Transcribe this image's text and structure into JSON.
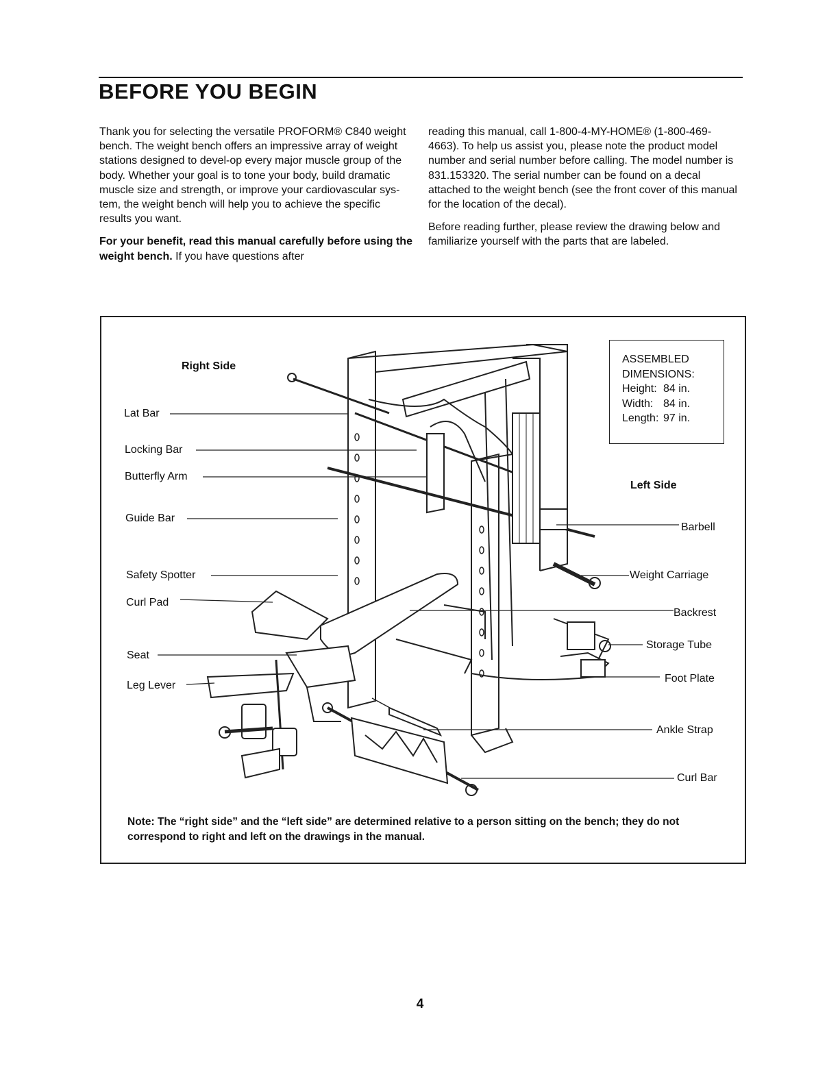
{
  "header": {
    "title": "BEFORE YOU BEGIN"
  },
  "intro": {
    "col1_para1": "Thank you for selecting the versatile PROFORM® C840 weight bench. The weight bench offers an impressive array of weight stations designed to devel-op every major muscle group of the body. Whether your goal is to tone your body, build dramatic muscle size and strength, or improve your cardiovascular sys-tem, the weight bench will help you to achieve the specific results you want.",
    "col1_para2_bold": "For your benefit, read this manual carefully before using the weight bench.",
    "col1_para2_rest": " If you have questions after",
    "col2_para1": "reading this manual, call 1-800-4-MY-HOME® (1-800-469-4663). To help us assist you, please note the product model number and serial number before calling. The model number is 831.153320. The serial number can be found on a decal attached to the weight bench (see the front cover of this manual for the location of the decal).",
    "col2_para2": "Before reading further, please review the drawing below and familiarize yourself with the parts that are labeled."
  },
  "figure": {
    "right_side": "Right Side",
    "left_side": "Left Side",
    "dimensions": {
      "heading1": "ASSEMBLED",
      "heading2": "DIMENSIONS:",
      "height_label": "Height:",
      "height_value": "84 in.",
      "width_label": "Width:",
      "width_value": "84 in.",
      "length_label": "Length:",
      "length_value": "97 in."
    },
    "left_labels": {
      "lat_bar": "Lat Bar",
      "locking_bar": "Locking Bar",
      "butterfly_arm": "Butterfly Arm",
      "guide_bar": "Guide Bar",
      "safety_spotter": "Safety Spotter",
      "curl_pad": "Curl Pad",
      "seat": "Seat",
      "leg_lever": "Leg Lever"
    },
    "right_labels": {
      "barbell": "Barbell",
      "weight_carriage": "Weight Carriage",
      "backrest": "Backrest",
      "storage_tube": "Storage Tube",
      "foot_plate": "Foot Plate",
      "ankle_strap": "Ankle Strap",
      "curl_bar": "Curl Bar"
    },
    "note": "Note: The “right side” and the “left side” are determined relative to a person sitting on the bench; they do not correspond to right and left on the drawings in the manual."
  },
  "footer": {
    "page_number": "4"
  }
}
